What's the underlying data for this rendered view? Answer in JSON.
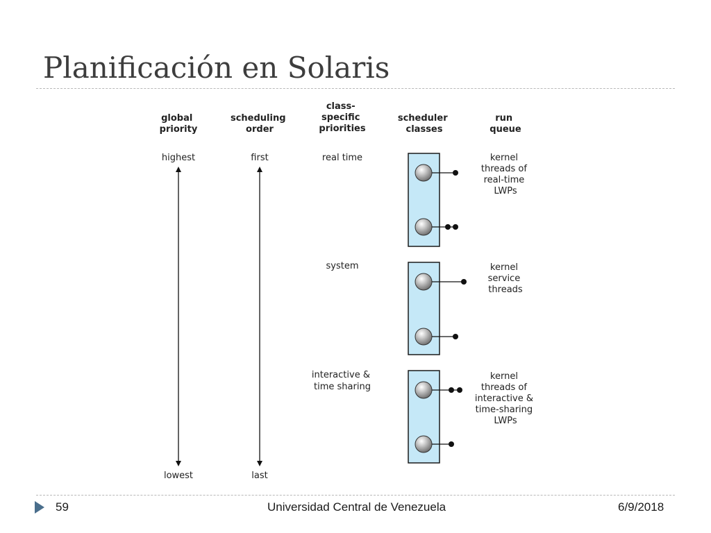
{
  "slide": {
    "title": "Planificación en Solaris",
    "page_number": "59",
    "footer_center": "Universidad Central de Venezuela",
    "date": "6/9/2018"
  },
  "diagram": {
    "headers": {
      "global_priority": [
        "global",
        "priority"
      ],
      "scheduling_order": [
        "scheduling",
        "order"
      ],
      "class_specific_priorities": [
        "class-",
        "specific",
        "priorities"
      ],
      "scheduler_classes": [
        "scheduler",
        "classes"
      ],
      "run_queue": [
        "run",
        "queue"
      ]
    },
    "axis": {
      "global_top": "highest",
      "global_bottom": "lowest",
      "order_top": "first",
      "order_bottom": "last"
    },
    "classes": [
      {
        "name": [
          "real time"
        ],
        "run_queue": [
          "kernel",
          "threads of",
          "real-time",
          "LWPs"
        ],
        "queue_dots": [
          1,
          2
        ]
      },
      {
        "name": [
          "system"
        ],
        "run_queue": [
          "kernel",
          "service",
          "threads"
        ],
        "queue_dots": [
          1,
          1
        ]
      },
      {
        "name": [
          "interactive &",
          "time sharing"
        ],
        "run_queue": [
          "kernel",
          "threads of",
          "interactive &",
          "time-sharing",
          "LWPs"
        ],
        "queue_dots": [
          2,
          1
        ]
      }
    ],
    "colors": {
      "class_box_fill": "#c5e8f7",
      "ball": "#8c8c8c"
    }
  }
}
